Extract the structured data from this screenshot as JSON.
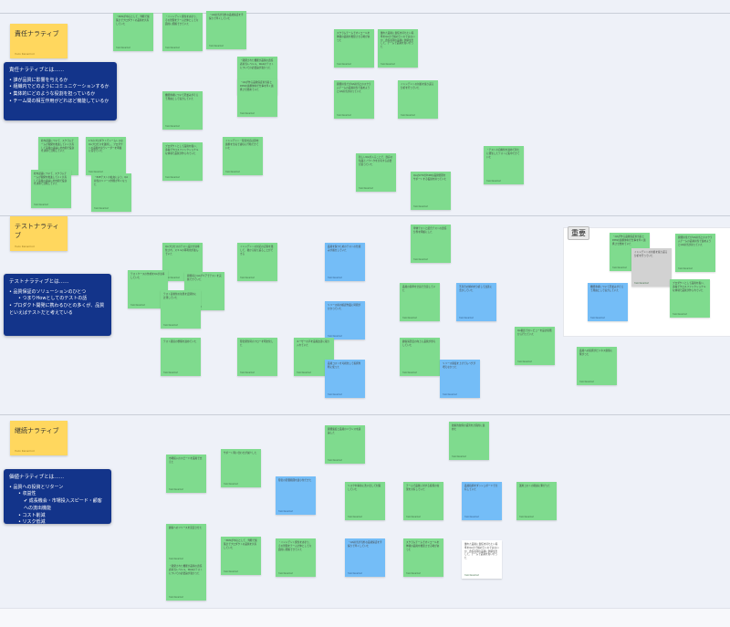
{
  "sections": {
    "responsibility": {
      "title": "責任ナラティブ",
      "meta": "Yuzo Kanamori"
    },
    "test": {
      "title": "テストナラティブ",
      "meta": "Yuzo Kanamori"
    },
    "continuity": {
      "title": "継続ナラティブ",
      "meta": "Yuzo Kanamori"
    }
  },
  "panels": {
    "responsibility": {
      "heading": "責任ナラティブとは……",
      "items": [
        "誰が品質に影響を与えるか",
        "組織内でどのようにコミュニケーションするか",
        "集体的にどのような役割を担っているか",
        "チーム間の相互作用がどれほど機能しているか"
      ]
    },
    "test": {
      "heading": "テストナラティブとは……",
      "items": [
        "品質保証のソリューションのひとつ",
        "つまりHowとしてのテストの話",
        "プロダクト開発に携わるひとの多くが、品質といえばテストだと考えている"
      ]
    },
    "continuity": {
      "heading": "価値ナラティブとは……",
      "intro": "品質への投資とリターン",
      "items": [
        "収益性",
        "成長機会・市場投入スピード・顧客への流出機能",
        "コスト削減",
        "リスク低減"
      ]
    }
  },
  "badge": "重要",
  "note_meta": "Yuzo Kanamori",
  "notes": [
    "・PDMが中心として、判断で施策までプロダクトの品質を共有していた",
    "・インシデント発生をあまり、その管理をチーム全体として六面的に把握できていた",
    "・QA担当が当外な品質保証を手探りで早くしていた",
    "スクラムチームでオンコールを体験の品質を推奨させる場があった",
    "優れた品質に責任を持ちたい基準をQAまで幅の引くのではないか、責任表現の品質に価値を出して、チームで品質を負い行った",
    "・開発された機能が品質の責任者担当レベルル、Webのテストについての必要論が強かった",
    "・QAが作る品質保証担当者とPdMの連携体制で仕事を早く連携させ始めていた",
    "開発担当だがQA担当とのスクラムチームの品質担当で進めようとQA担当が担っていた",
    "インシデントの対処を振り返る分析を行っていた",
    "機能重視について足並みがそろう理由として協力していた",
    "プロダクトとして品質を扱い、多軸でクロスファンクショナルな体制で品質が作られていた",
    "社内認識について、スクラムチームが開発を推進していく共有して品質の議論に社内間で役割を決めて活動していた",
    "1つのプロダクトでシームレスなQAプロセスを運用し、プロダクトの品質を担うリーダーを明確に任せていた",
    "インシデント・障害対応は部内連携を全員で適切に行動できていた",
    "新しいQAが入ることで、既存の知識とノウハウを共有する必要が迫っていた",
    "QAのCTOがPdMの品質管理をサポートする役割を担っていた",
    "・テストの自動化を進めて新たに発生したテストに集中できていた",
    "・E2Eテストの拡充により、QA担当のリリース判断が早くなった",
    "QAプロセスのテスト設計が効率化され、スキルの再利用が進んでいた",
    "インシデントの対応の記録を残して、後から振り返ることができる",
    "品質を保つためのテストの仕組みが確立していた",
    "単体テストと結合テストの責任分界を明確にした",
    "テストケースの作成をQAが主導していた",
    "開発者とQAがペアでテストを実施できていた",
    "テスト自動化の効果を定期的に計測していた",
    "リリース前の確認作業に時間がかかっていた",
    "品質の基準を全員で合意していた",
    "不具合の傾向を分析して改善に活かしていた",
    "QA観点でのレビューを設計段階から行っていた",
    "テスト環境の整備を進めていた",
    "障害発生時のフローを明文化した",
    "ユーザーの声を品質改善に取り入れていた",
    "品質コストを可視化して投資判断に使った",
    "顧客満足度の向上に品質が寄与していた",
    "リリース頻度を上げてもバグが増えなかった",
    "品質への投資がビジネス価値に繋がった",
    "開発速度と品質のバランスを議論した",
    "技術的負債の返済を計画的に進めた",
    "市場投入のスピードを品質で支えた",
    "サポート問い合わせが減少した",
    "障害の影響範囲を最小化できた",
    "リスクを事前に洗い出して対策していた",
    "チームで品質に対する投資の効果を共有していた",
    "品質指標をダッシュボードで共有していた",
    "運用コストの削減に繋がった",
    "顧客へのリリースを安定させた"
  ]
}
